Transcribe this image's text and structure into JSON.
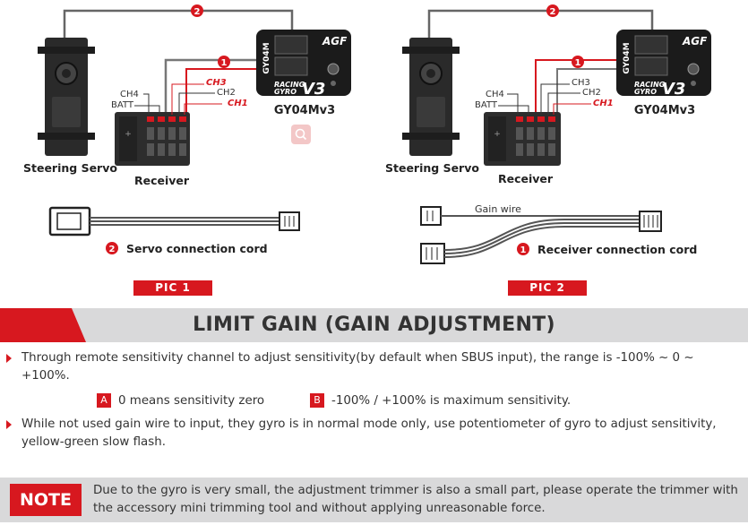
{
  "pic1": {
    "wire_number": "2",
    "receiver_wire_number": "1",
    "ch_labels": {
      "ch4": "CH4",
      "batt": "BATT",
      "ch3": "CH3",
      "ch2": "CH2",
      "ch1": "CH1"
    },
    "gyro_brand": "AGF",
    "gyro_model_vertical": "GY04M",
    "gyro_racing": "RACING",
    "gyro_gyro": "GYRO",
    "gyro_v3": "V3",
    "gyro_label": "GY04Mv3",
    "servo_label": "Steering Servo",
    "receiver_label": "Receiver",
    "cord_number": "2",
    "cord_label": "Servo connection cord",
    "pic_label": "PIC 1"
  },
  "pic2": {
    "wire_number": "2",
    "receiver_wire_number": "1",
    "ch_labels": {
      "ch4": "CH4",
      "batt": "BATT",
      "ch3": "CH3",
      "ch2": "CH2",
      "ch1": "CH1"
    },
    "gyro_brand": "AGF",
    "gyro_model_vertical": "GY04M",
    "gyro_racing": "RACING",
    "gyro_gyro": "GYRO",
    "gyro_v3": "V3",
    "gyro_label": "GY04Mv3",
    "servo_label": "Steering Servo",
    "receiver_label": "Receiver",
    "gain_wire_label": "Gain wire",
    "cord_number": "1",
    "cord_label": "Receiver connection cord",
    "pic_label": "PIC 2"
  },
  "section": {
    "title": "LIMIT GAIN (GAIN ADJUSTMENT)",
    "para1": "Through remote sensitivity channel to adjust sensitivity(by default when SBUS input), the range is  -100% ~ 0 ~ +100%.",
    "item_a_tag": "A",
    "item_a_text": "0 means sensitivity zero",
    "item_b_tag": "B",
    "item_b_text": "-100% / +100% is maximum sensitivity.",
    "para2": "While not used gain wire to input, they gyro is in normal mode only, use potentiometer of gyro to adjust sensitivity, yellow-green slow flash."
  },
  "note": {
    "badge": "NOTE",
    "text": "Due to the gyro is very small, the adjustment trimmer is also a small  part, please operate the trimmer with the accessory mini trimming tool and without applying unreasonable force."
  },
  "colors": {
    "accent": "#d7181f",
    "band": "#d9d9da",
    "text": "#333333"
  },
  "icons": {
    "zoom": "magnifier-icon"
  }
}
